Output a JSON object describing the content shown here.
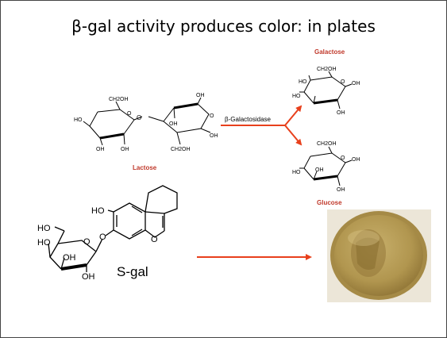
{
  "title": "β-gal activity produces color: in plates",
  "labels": {
    "lactose": "Lactose",
    "galactose": "Galactose",
    "glucose": "Glucose",
    "enzyme": "β-Galactosidase",
    "sgal": "S-gal"
  },
  "lactose_atoms": {
    "ch2oh_top": "CH2OH",
    "ho_left": "HO",
    "oh_ring1_bottom": "OH",
    "oh_ring1_lower": "OH",
    "oh_ring2_top": "OH",
    "oh_ring2_inner": "OH",
    "oh_ring2_right": "OH",
    "ch2oh_bottom": "CH2OH",
    "bridge_o": "O",
    "ring_o1": "O",
    "ring_o2": "O"
  },
  "galactose_atoms": {
    "ch2oh": "CH2OH",
    "ho_top": "HO",
    "ho_left": "HO",
    "oh_right": "OH",
    "oh_bottom": "OH",
    "ring_o": "O"
  },
  "glucose_atoms": {
    "ch2oh": "CH2OH",
    "ho_left": "HO",
    "oh_inner": "OH",
    "oh_right": "OH",
    "oh_bottom": "OH",
    "ring_o": "O"
  },
  "sgal_atoms": {
    "ho_top": "HO",
    "ho_ch2": "HO",
    "ho_left": "HO",
    "oh_inner": "OH",
    "oh_bottom": "OH",
    "ring_o": "O",
    "link_o": "O",
    "pyran_o": "O"
  },
  "colors": {
    "arrow": "#e8401c",
    "label_red": "#c0392b",
    "plate_bg": "#ece6d8",
    "plate_agar": "#b49a58",
    "plate_rim": "#8a7440"
  }
}
